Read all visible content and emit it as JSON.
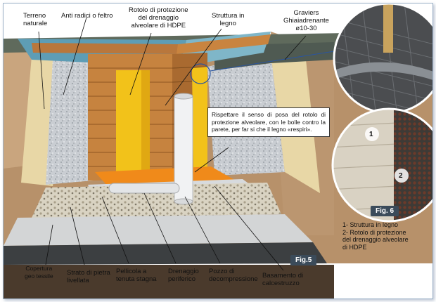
{
  "labels": {
    "terreno": [
      "Terreno",
      "naturale"
    ],
    "anti_radici": [
      "Anti radici o feltro"
    ],
    "rotolo": [
      "Rotolo di protezione",
      "del drenaggio",
      "alveolare di HDPE"
    ],
    "struttura": [
      "Struttura in",
      "legno"
    ],
    "graviers": [
      "Graviers",
      "Ghiaiadrenante",
      "ø10-30"
    ],
    "copertura": [
      "Copertura",
      "geo tessile"
    ],
    "strato": [
      "Strato di pietra",
      "livellata"
    ],
    "pellicola": [
      "Pellicola a",
      "tenuta stagna"
    ],
    "drenaggio": [
      "Drenaggio",
      "periferico"
    ],
    "pozzo": [
      "Pozzo di",
      "decompressione"
    ],
    "basamento": [
      "Basamento di",
      "calcestruzzo"
    ]
  },
  "callout_text": "Rispettare il senso di posa del rotolo di protezione alveolare, con le bolle contro la parete, per far si che il legno «respiri».",
  "fig5": "Fig.5",
  "fig6": "Fig. 6",
  "detail_markers": [
    "1",
    "2"
  ],
  "fig6_caption": [
    "1- Struttura in legno",
    "2- Rotolo di protezione",
    "del drenaggio alveolare",
    "di HDPE"
  ]
}
